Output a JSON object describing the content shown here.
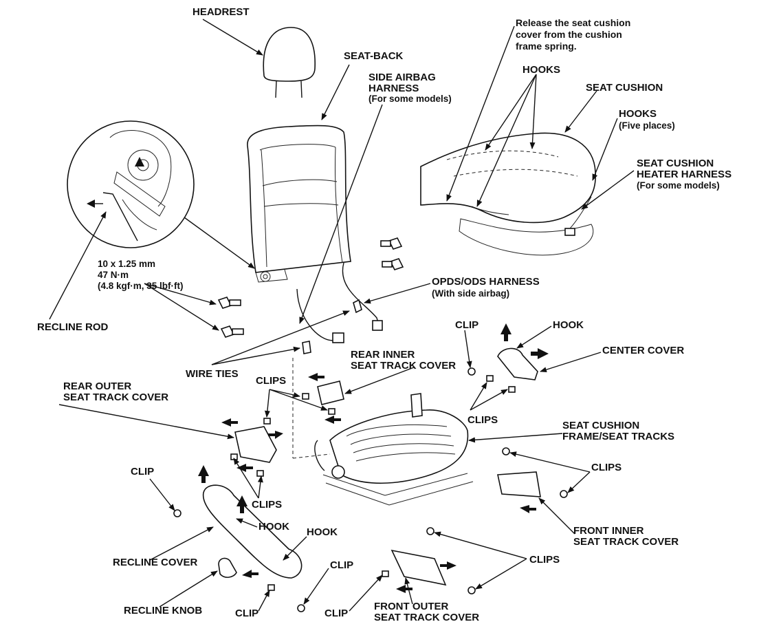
{
  "labels": {
    "headrest": "HEADREST",
    "seat_back": "SEAT-BACK",
    "side_airbag_1": "SIDE AIRBAG",
    "side_airbag_2": "HARNESS",
    "side_airbag_3": "(For some models)",
    "release_note_1": "Release the seat cushion",
    "release_note_2": "cover from the cushion",
    "release_note_3": "frame spring.",
    "hooks_top": "HOOKS",
    "seat_cushion": "SEAT CUSHION",
    "hooks_five_1": "HOOKS",
    "hooks_five_2": "(Five places)",
    "heater_1": "SEAT CUSHION",
    "heater_2": "HEATER HARNESS",
    "heater_3": "(For some models)",
    "bolt_spec_1": "10 x 1.25 mm",
    "bolt_spec_2": "47 N·m",
    "bolt_spec_3": "(4.8 kgf·m, 35 lbf·ft)",
    "opds_1": "OPDS/ODS HARNESS",
    "opds_2": "(With side airbag)",
    "recline_rod": "RECLINE ROD",
    "clip_center": "CLIP",
    "hook_center": "HOOK",
    "center_cover": "CENTER COVER",
    "rear_inner_1": "REAR INNER",
    "rear_inner_2": "SEAT TRACK COVER",
    "wire_ties": "WIRE TIES",
    "clips_rear": "CLIPS",
    "rear_outer_1": "REAR OUTER",
    "rear_outer_2": "SEAT TRACK COVER",
    "clips_center": "CLIPS",
    "frame_1": "SEAT CUSHION",
    "frame_2": "FRAME/SEAT TRACKS",
    "clip_left": "CLIP",
    "clips_front_inner": "CLIPS",
    "clips_lower_left": "CLIPS",
    "hook_lower_1": "HOOK",
    "hook_lower_2": "HOOK",
    "front_inner_1": "FRONT INNER",
    "front_inner_2": "SEAT TRACK COVER",
    "recline_cover": "RECLINE COVER",
    "clip_bottom_mid": "CLIP",
    "clips_front_outer": "CLIPS",
    "recline_knob": "RECLINE KNOB",
    "clip_bottom_left": "CLIP",
    "clip_bottom_right": "CLIP",
    "front_outer_1": "FRONT OUTER",
    "front_outer_2": "SEAT TRACK COVER"
  }
}
